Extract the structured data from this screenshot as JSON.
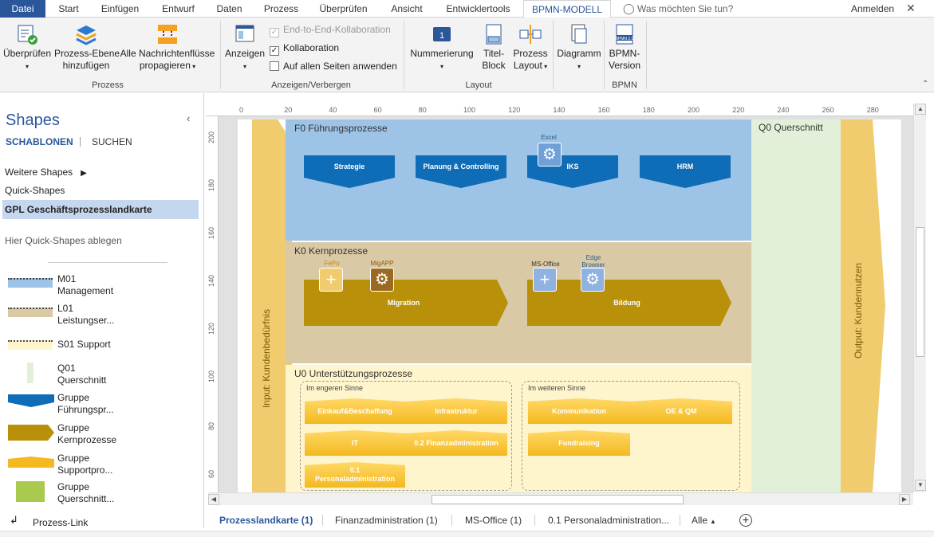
{
  "ribbon_tabs": [
    "Datei",
    "Start",
    "Einfügen",
    "Entwurf",
    "Daten",
    "Prozess",
    "Überprüfen",
    "Ansicht",
    "Entwicklertools",
    "BPMN-MODELL"
  ],
  "tell_me": "Was möchten Sie tun?",
  "signin": "Anmelden",
  "ribbon": {
    "prozess": {
      "ueberpruefen_1": "Überprüfen",
      "ebene_1": "Prozess-Ebene",
      "ebene_2": "hinzufügen",
      "nachr_1": "Alle Nachrichtenflüsse",
      "nachr_2": "propagieren",
      "group": "Prozess"
    },
    "anzeigen": {
      "anzeigen_1": "Anzeigen",
      "chk1": "End-to-End-Kollaboration",
      "chk2": "Kollaboration",
      "chk3": "Auf allen Seiten anwenden",
      "group": "Anzeigen/Verbergen"
    },
    "layout": {
      "nummerierung": "Nummerierung",
      "titel_1": "Titel-",
      "titel_2": "Block",
      "prozess_1": "Prozess",
      "prozess_2": "Layout",
      "group": "Layout"
    },
    "diagramm": "Diagramm",
    "bpmn": {
      "v1": "BPMN-",
      "v2": "Version",
      "icon_text": "BPMN 2.0",
      "group": "BPMN"
    }
  },
  "shapes_panel": {
    "title": "Shapes",
    "tab_schablonen": "SCHABLONEN",
    "tab_suchen": "SUCHEN",
    "weitere": "Weitere Shapes",
    "quick": "Quick-Shapes",
    "gpl": "GPL Geschäftsprozesslandkarte",
    "drop_hint": "Hier Quick-Shapes ablegen",
    "items": [
      {
        "l1": "M01",
        "l2": "Management",
        "color": "#9dc3e6"
      },
      {
        "l1": "L01",
        "l2": "Leistungser...",
        "color": "#d9c9a5"
      },
      {
        "l1": "S01 Support",
        "l2": "",
        "color": "#fff5cc"
      },
      {
        "l1": "Q01",
        "l2": "Querschnitt",
        "color": "#e2f0d9"
      },
      {
        "l1": "Gruppe",
        "l2": "Führungspr...",
        "color": "#0f6cb6"
      },
      {
        "l1": "Gruppe",
        "l2": "Kernprozesse",
        "color": "#b8900a"
      },
      {
        "l1": "Gruppe",
        "l2": "Supportpro...",
        "color": "#f4b820"
      },
      {
        "l1": "Gruppe",
        "l2": "Querschnitt...",
        "color": "#a9c94f"
      }
    ],
    "link": "Prozess-Link"
  },
  "ruler_top": [
    "0",
    "20",
    "40",
    "60",
    "80",
    "100",
    "120",
    "140",
    "160",
    "180",
    "200",
    "220",
    "240",
    "260",
    "280"
  ],
  "ruler_left": [
    "200",
    "180",
    "160",
    "140",
    "120",
    "100",
    "80",
    "60"
  ],
  "diagram": {
    "input": "Input: Kundenbedürfnis",
    "output": "Output: Kundennutzen",
    "f0": {
      "title": "F0 Führungsprozesse",
      "procs": [
        "Strategie",
        "Planung & Controlling",
        "IKS",
        "HRM"
      ],
      "tool": "Excel"
    },
    "k0": {
      "title": "K0 Kernprozesse",
      "procs": [
        "Migration",
        "Bildung"
      ],
      "tools": [
        "FePo",
        "MigAPP",
        "MS-Office",
        "Edge Browser"
      ]
    },
    "u0": {
      "title": "U0 Unterstützungsprozesse",
      "engeren": "Im engeren Sinne",
      "weiteren": "Im weiteren Sinne",
      "procs": [
        "Einkauf&Beschaffung",
        "Infrastruktur",
        "IT",
        "0.2 Finanzadministration",
        "0.1 Personaladministration",
        "Kommunikation",
        "OE & QM",
        "Fundraising"
      ]
    },
    "q0": "Q0 Querschnitt"
  },
  "page_tabs": [
    "Prozesslandkarte (1)",
    "Finanzadministration (1)",
    "MS-Office (1)",
    "0.1 Personaladministration...",
    "Alle"
  ],
  "colors": {
    "accent": "#2b579a",
    "f0": "#9dc3e6",
    "k0": "#d9c9a5",
    "u0": "#fff5cc",
    "q0": "#e2f0d9",
    "io": "#f0cc6e"
  }
}
